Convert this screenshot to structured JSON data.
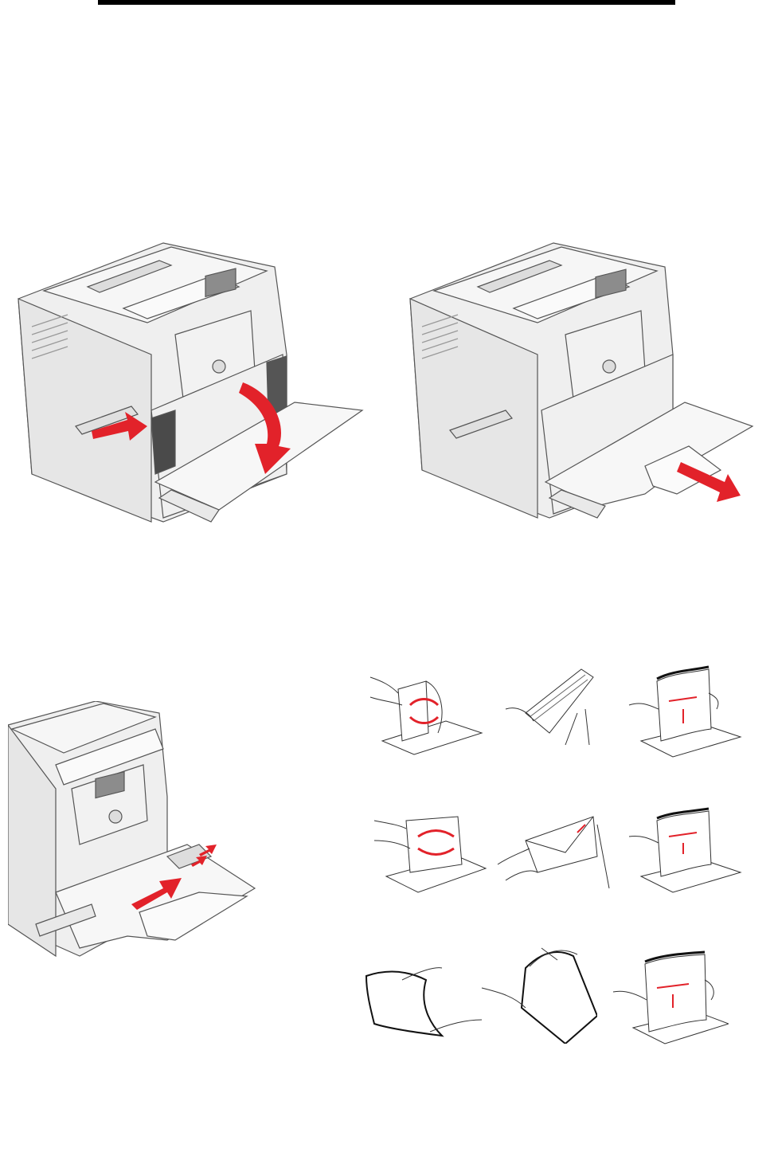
{
  "page": {
    "header_rule_color": "#000000",
    "accent_arrow_color": "#e2222a"
  },
  "figures": [
    {
      "id": "open-door",
      "icon": "printer-open-door-illustration"
    },
    {
      "id": "extend-tray",
      "icon": "printer-extend-tray-illustration"
    },
    {
      "id": "slide-guide",
      "icon": "printer-slide-width-guide-illustration"
    }
  ],
  "media_prep": {
    "rows": [
      {
        "media": "paper",
        "steps": [
          "flex-stack-icon",
          "fan-stack-icon",
          "straighten-edges-icon"
        ]
      },
      {
        "media": "envelopes",
        "steps": [
          "flex-stack-icon",
          "fan-stack-icon",
          "straighten-edges-icon"
        ]
      },
      {
        "media": "transparencies",
        "steps": [
          "hold-by-edges-icon",
          "fan-stack-icon",
          "straighten-edges-icon"
        ]
      }
    ]
  }
}
